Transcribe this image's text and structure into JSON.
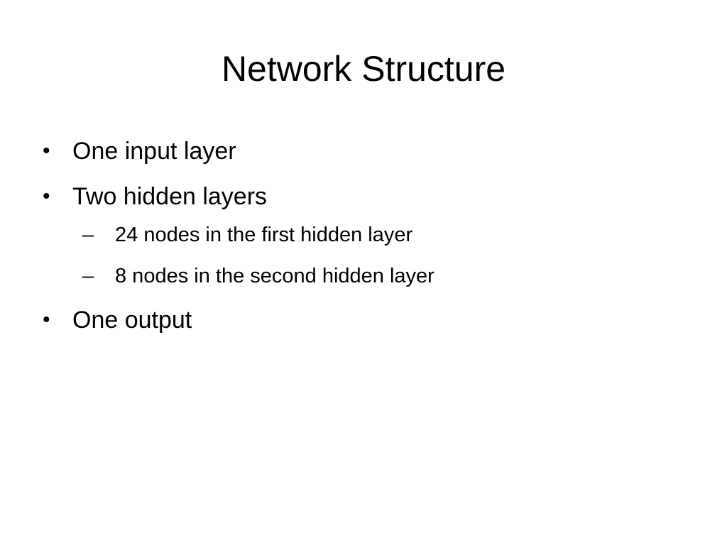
{
  "slide": {
    "title": "Network Structure",
    "bullets": [
      {
        "marker": "•",
        "text": "One input layer"
      },
      {
        "marker": "•",
        "text": "Two hidden layers",
        "sub_items": [
          {
            "marker": "–",
            "text": "24 nodes in the first hidden layer"
          },
          {
            "marker": "–",
            "text": "8 nodes in the second hidden layer"
          }
        ]
      },
      {
        "marker": "•",
        "text": "One output"
      }
    ]
  }
}
